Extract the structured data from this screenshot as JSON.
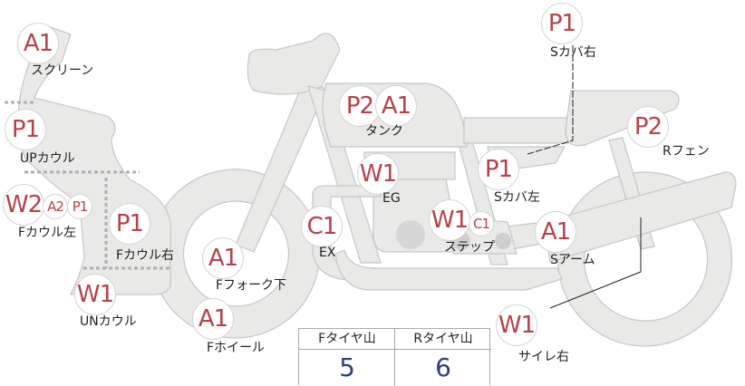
{
  "parts": [
    {
      "name": "screen",
      "label": "スクリーン",
      "marks": [
        "A1"
      ]
    },
    {
      "name": "up-cowl",
      "label": "UPカウル",
      "marks": [
        "P1"
      ]
    },
    {
      "name": "f-cowl-left",
      "label": "Fカウル左",
      "marks": [
        "W2",
        "A2",
        "P1"
      ]
    },
    {
      "name": "f-cowl-right",
      "label": "Fカウル右",
      "marks": [
        "P1"
      ]
    },
    {
      "name": "f-fork-lower",
      "label": "Fフォーク下",
      "marks": [
        "A1"
      ]
    },
    {
      "name": "under-cowl",
      "label": "UNカウル",
      "marks": [
        "W1"
      ]
    },
    {
      "name": "f-wheel",
      "label": "Fホイール",
      "marks": [
        "A1"
      ]
    },
    {
      "name": "tank",
      "label": "タンク",
      "marks": [
        "P2",
        "A1"
      ]
    },
    {
      "name": "engine",
      "label": "EG",
      "marks": [
        "W1"
      ]
    },
    {
      "name": "exhaust",
      "label": "EX",
      "marks": [
        "C1"
      ]
    },
    {
      "name": "step",
      "label": "ステップ",
      "marks": [
        "W1",
        "C1"
      ]
    },
    {
      "name": "side-cover-left",
      "label": "Sカバ左",
      "marks": [
        "P1"
      ]
    },
    {
      "name": "swing-arm",
      "label": "Sアーム",
      "marks": [
        "A1"
      ]
    },
    {
      "name": "side-cover-right",
      "label": "Sカバ右",
      "marks": [
        "P1"
      ]
    },
    {
      "name": "r-fender",
      "label": "Rフェン",
      "marks": [
        "P2"
      ]
    },
    {
      "name": "silencer-right",
      "label": "サイレ右",
      "marks": [
        "W1"
      ]
    }
  ],
  "tread": {
    "front_label": "Fタイヤ山",
    "front_value": "5",
    "rear_label": "Rタイヤ山",
    "rear_value": "6"
  },
  "colors": {
    "mark": "#b5424a",
    "value": "#2f3f7a",
    "body": "#e8e8e6"
  }
}
